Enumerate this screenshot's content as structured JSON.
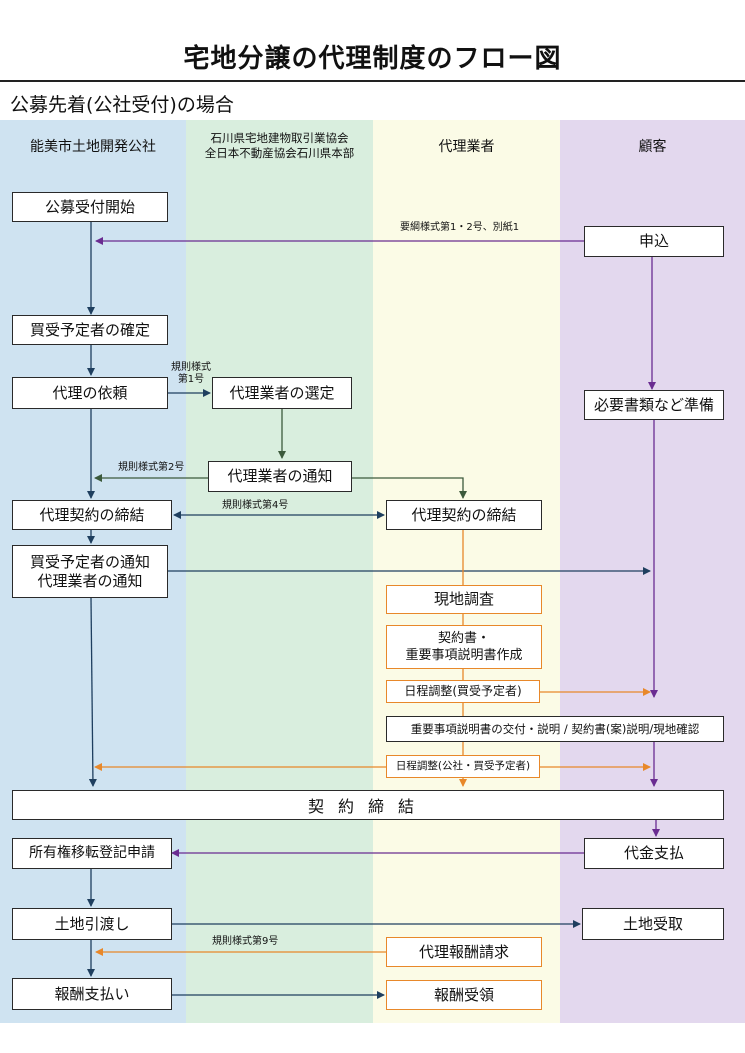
{
  "title": "宅地分譲の代理制度のフロー図",
  "subtitle": "公募先着(公社受付)の場合",
  "colors": {
    "lane1": "#cfe3f1",
    "lane2": "#d9eede",
    "lane3": "#fbfbe6",
    "lane4": "#e3d8ee",
    "black_arrow": "#1f3f5f",
    "green_arrow": "#3c5a3c",
    "purple_arrow": "#6a2c91",
    "orange_arrow": "#e8882a"
  },
  "lanes": {
    "l1": "能美市土地開発公社",
    "l2_line1": "石川県宅地建物取引業協会",
    "l2_line2": "全日本不動産協会石川県本部",
    "l3": "代理業者",
    "l4": "顧客"
  },
  "boxes": {
    "kobo": "公募受付開始",
    "moshikomi": "申込",
    "kakutei": "買受予定者の確定",
    "irai": "代理の依頼",
    "sentei": "代理業者の選定",
    "hitsuyo": "必要書類など準備",
    "tsuchi": "代理業者の通知",
    "keiyaku_l": "代理契約の締結",
    "keiyaku_r": "代理契約の締結",
    "tsuchi2_line1": "買受予定者の通知",
    "tsuchi2_line2": "代理業者の通知",
    "genchi": "現地調査",
    "sakusei_line1": "契約書・",
    "sakusei_line2": "重要事項説明書作成",
    "nittei1": "日程調整(買受予定者)",
    "juyo": "重要事項説明書の交付・説明 / 契約書(案)説明/現地確認",
    "nittei2": "日程調整(公社・買受予定者)",
    "contract": "契約締結",
    "shoyuken": "所有権移転登記申請",
    "daikin": "代金支払",
    "hikiwatashi": "土地引渡し",
    "ukeru": "土地受取",
    "seikyu": "代理報酬請求",
    "shiharai": "報酬支払い",
    "juryo": "報酬受領"
  },
  "labels": {
    "yoko": "要綱様式第1・2号、別紙1",
    "kisoku1_line1": "規則様式",
    "kisoku1_line2": "第1号",
    "kisoku2": "規則様式第2号",
    "kisoku4": "規則様式第4号",
    "kisoku9": "規則様式第9号"
  }
}
